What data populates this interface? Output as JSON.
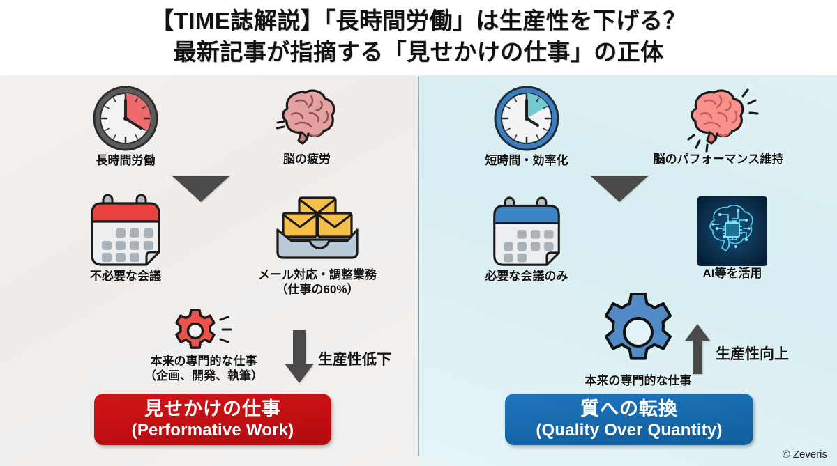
{
  "title": {
    "line1": "【TIME誌解説】「長時間労働」は生産性を下げる？",
    "line2": "最新記事が指摘する「見せかけの仕事」の正体"
  },
  "colors": {
    "left_bg": "#f1eeec",
    "right_bg": "#ddf0f3",
    "red_accent": "#c8100f",
    "blue_accent": "#1a6fb3",
    "clock_red": "#e8585a",
    "clock_teal": "#6fc6ce",
    "brain_pink": "#e8a4a4",
    "brain_pink_bright": "#f39090",
    "envelope_orange": "#f5c04a",
    "gear_red": "#e8514a",
    "gear_blue": "#5388c2",
    "arrow_gray": "#4a4a4a",
    "ai_chip_navy": "#0c2d4a",
    "ai_chip_cyan": "#4fd2f5"
  },
  "left_panel": {
    "name": "performative-work-panel",
    "nodes": [
      {
        "id": "long-hours",
        "icon": "clock-icon",
        "label": "長時間労働"
      },
      {
        "id": "brain-fatigue",
        "icon": "brain-tired-icon",
        "label": "脳の疲労"
      },
      {
        "id": "useless-meetings",
        "icon": "calendar-red-icon",
        "label": "不必要な会議"
      },
      {
        "id": "email-work",
        "icon": "inbox-mail-icon",
        "label": "メール対応・調整業務",
        "label2": "（仕事の60%）"
      },
      {
        "id": "core-work",
        "icon": "gear-red-small-icon",
        "label": "本来の専門的な仕事",
        "label2": "（企画、開発、執筆）"
      }
    ],
    "arrow_label": "生産性低下",
    "arrow_direction": "down",
    "banner": {
      "jp": "見せかけの仕事",
      "en": "(Performative Work)"
    }
  },
  "right_panel": {
    "name": "quality-over-quantity-panel",
    "nodes": [
      {
        "id": "short-efficient",
        "icon": "clock-blue-icon",
        "label": "短時間・効率化"
      },
      {
        "id": "brain-performance",
        "icon": "brain-active-icon",
        "label": "脳のパフォーマンス維持"
      },
      {
        "id": "needed-meetings",
        "icon": "calendar-blue-icon",
        "label": "必要な会議のみ"
      },
      {
        "id": "use-ai",
        "icon": "ai-chip-icon",
        "label": "AI等を活用"
      },
      {
        "id": "core-work",
        "icon": "gear-blue-large-icon",
        "label": "本来の専門的な仕事"
      }
    ],
    "arrow_label": "生産性向上",
    "arrow_direction": "up",
    "banner": {
      "jp": "質への転換",
      "en": "(Quality Over Quantity)"
    }
  },
  "credit": "© Zeveris"
}
